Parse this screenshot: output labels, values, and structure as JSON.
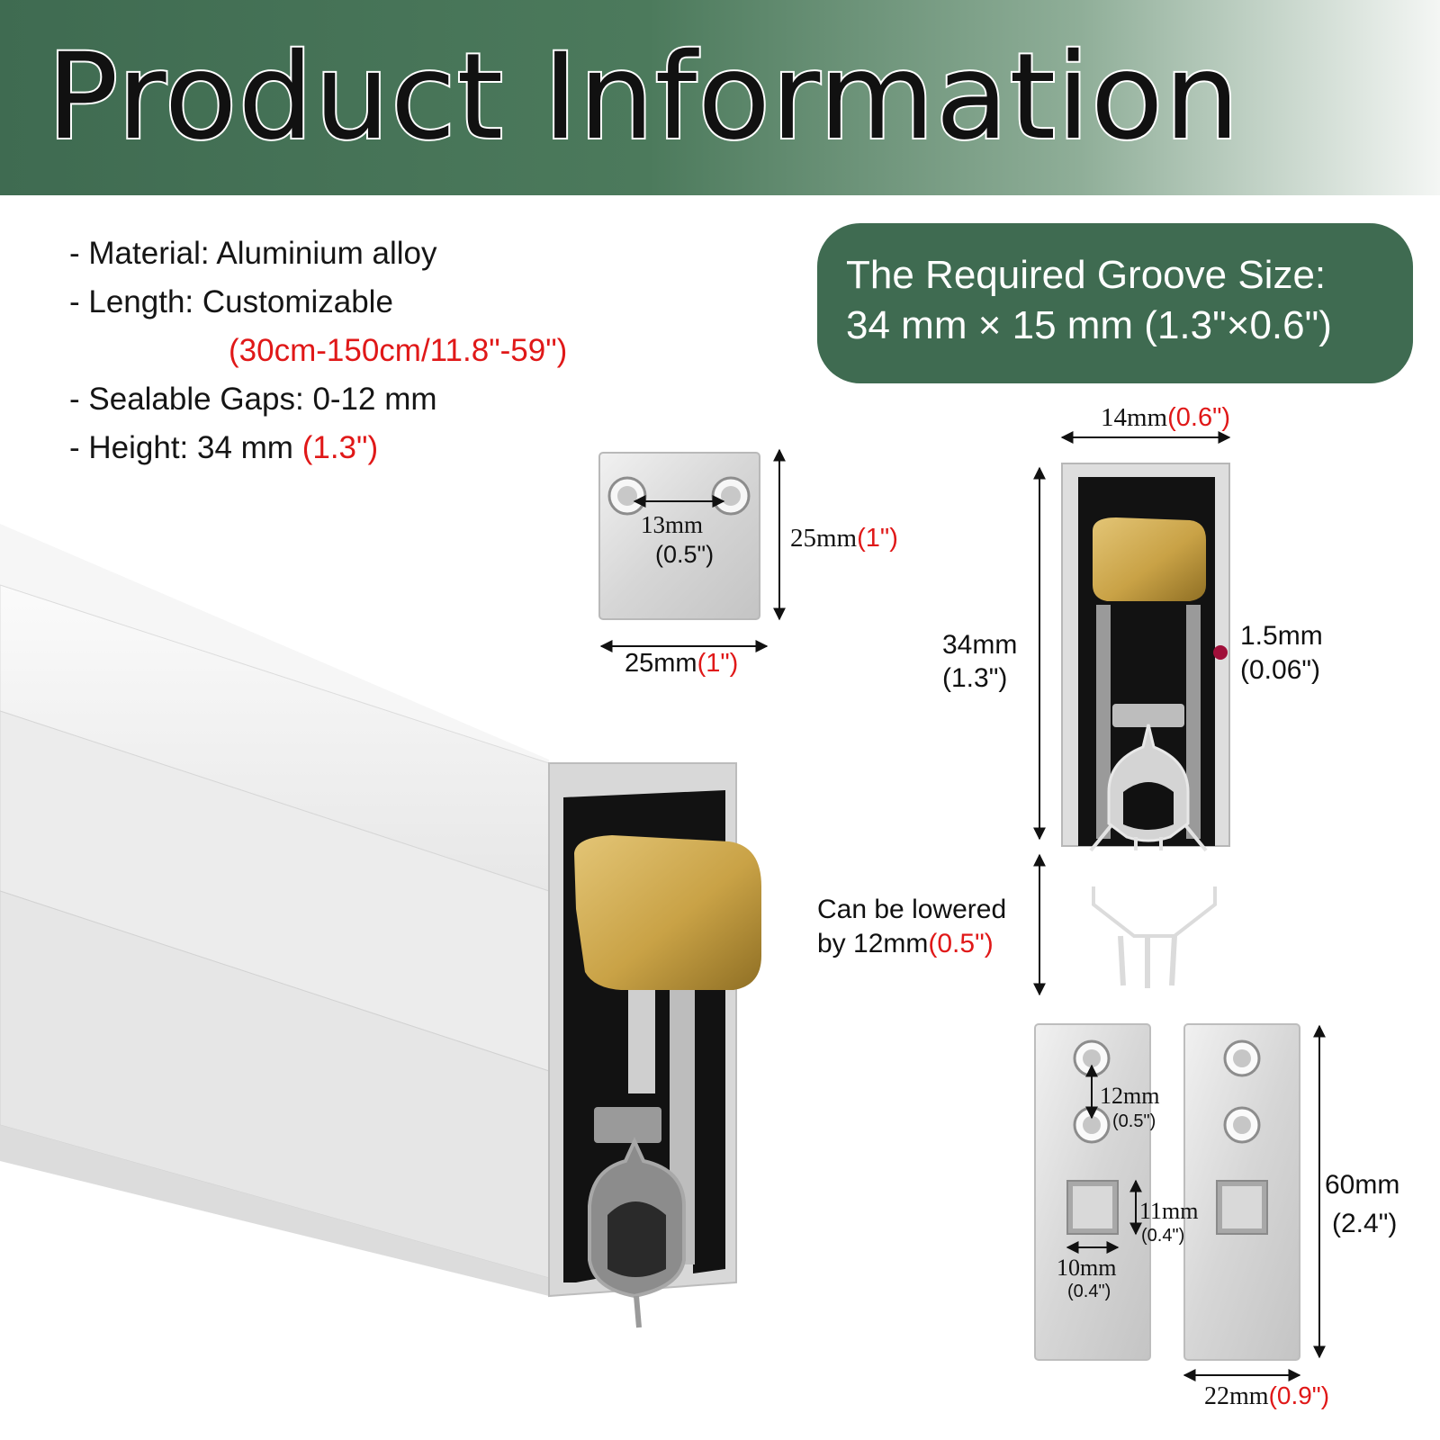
{
  "banner": {
    "title": "Product Information",
    "color": "#3f6b51"
  },
  "specs": [
    {
      "label": "- Material: ",
      "value": "Aluminium alloy",
      "note": ""
    },
    {
      "label": "- Length: ",
      "value": "Customizable",
      "note": "(30cm-150cm/11.8\"-59\")"
    },
    {
      "label": "- Sealable Gaps: ",
      "value": "0-12 mm",
      "note": ""
    },
    {
      "label": "- Height: ",
      "value": "34 mm ",
      "note": "(1.3\")"
    }
  ],
  "groove": {
    "title": "The Required Groove Size:",
    "size": "34 mm × 15 mm (1.3\"×0.6\")"
  },
  "square_plate": {
    "hole_spacing": "13mm",
    "hole_spacing_in": "(0.5\")",
    "height": "25mm",
    "height_in": "(1\")",
    "width": "25mm",
    "width_in": "(1\")"
  },
  "cross_section": {
    "width": "14mm",
    "width_in": "(0.6\")",
    "height": "34mm",
    "height_in": "(1.3\")",
    "wall": "1.5mm",
    "wall_in": "(0.06\")"
  },
  "lowering": {
    "line1": "Can be lowered",
    "line2_prefix": "by 12mm",
    "line2_in": "(0.5\")"
  },
  "end_plates": {
    "hole_spacing": "12mm",
    "hole_spacing_in": "(0.5\")",
    "slot_height": "11mm",
    "slot_height_in": "(0.4\")",
    "slot_width": "10mm",
    "slot_width_in": "(0.4\")",
    "height": "60mm",
    "height_in": "(2.4\")",
    "width": "22mm",
    "width_in": "(0.9\")"
  },
  "colors": {
    "accent_red": "#e01818",
    "brass": "#c9a246",
    "seal_gray": "#8c8c8c",
    "profile_white": "#f2f2f2"
  }
}
